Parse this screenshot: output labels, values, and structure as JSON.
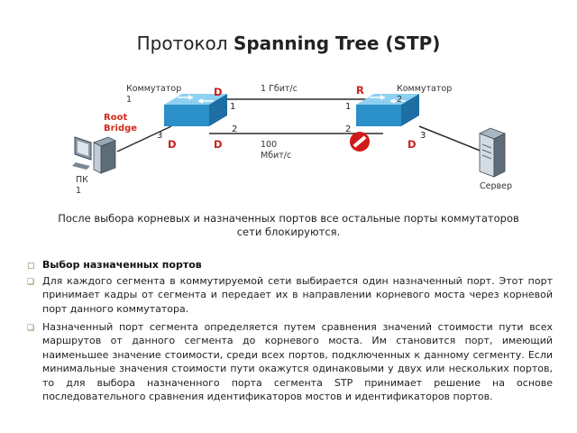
{
  "title": {
    "prefix": "Протокол ",
    "bold": "Spanning Tree (STP)"
  },
  "diagram": {
    "switch1_label": "Коммутатор 1",
    "switch2_label": "Коммутатор 2",
    "root_bridge_label": "Root Bridge",
    "pc_label": "ПК 1",
    "server_label": "Сервер",
    "link_top_label": "1 Гбит/с",
    "link_bottom_label": "100 Мбит/с",
    "s1_port_top": "1",
    "s1_port_bottom": "2",
    "s1_port_left": "3",
    "s2_port_top": "1",
    "s2_port_bottom": "2",
    "s2_port_right": "3",
    "s1_top_role": "D",
    "s1_left_role": "D",
    "s1_bottom_role": "D",
    "s2_top_role": "R",
    "s2_right_role": "D",
    "colors": {
      "switch": "#2b8fc9",
      "role_letter": "#c8201c",
      "blocked": "#d11a1a",
      "link": "#2a2a2a"
    }
  },
  "caption": "После выбора корневых и назначенных портов все остальные порты коммутаторов сети блокируются.",
  "body": {
    "heading": "Выбор назначенных портов",
    "paragraph1": "Для каждого сегмента в коммутируемой сети выбирается один назначенный порт. Этот порт принимает кадры от сегмента и передает их в направлении корневого моста через корневой порт данного коммутатора.",
    "paragraph2": "Назначенный порт сегмента определяется путем сравнения значений стоимости пути всех маршрутов от данного сегмента до корневого моста. Им становится порт, имеющий наименьшее значение стоимости, среди всех портов, подключенных к данному сегменту. Если минимальные значения стоимости пути окажутся одинаковыми у двух или нескольких портов, то для выбора назначенного порта сегмента STP принимает решение на основе последовательного сравнения идентификаторов мостов и идентификаторов портов."
  }
}
